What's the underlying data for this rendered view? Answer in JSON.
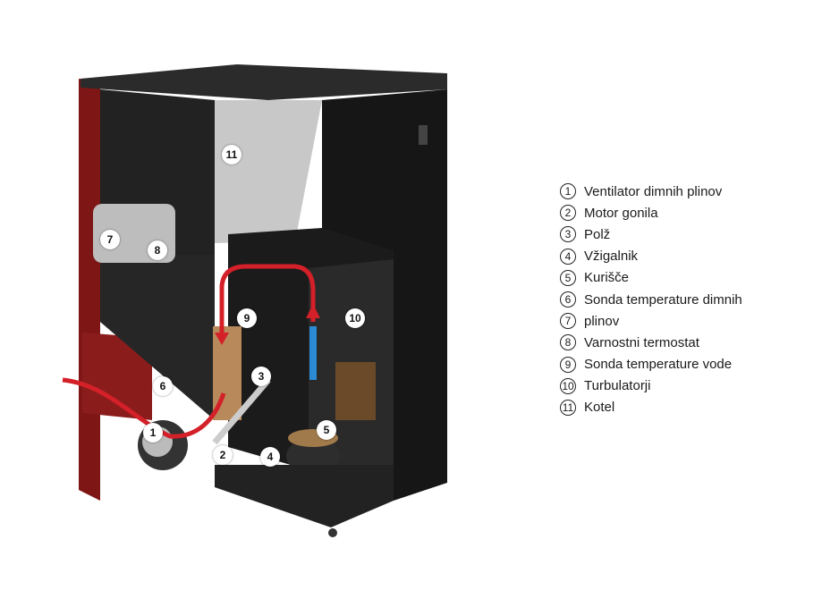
{
  "legend": [
    {
      "num": "1",
      "label": "Ventilator dimnih plinov"
    },
    {
      "num": "2",
      "label": "Motor gonila"
    },
    {
      "num": "3",
      "label": "Polž"
    },
    {
      "num": "4",
      "label": "Vžigalnik"
    },
    {
      "num": "5",
      "label": "Kurišče"
    },
    {
      "num": "6",
      "label": "Sonda temperature dimnih"
    },
    {
      "num": "7",
      "label": "plinov"
    },
    {
      "num": "8",
      "label": "Varnostni termostat"
    },
    {
      "num": "9",
      "label": "Sonda temperature vode"
    },
    {
      "num": "10",
      "label": "Turbulatorji"
    },
    {
      "num": "11",
      "label": "Kotel"
    }
  ],
  "colors": {
    "casing": "#8b1a1a",
    "body": "#1e1e1e",
    "flow": "#d42028",
    "water": "#2a8ad4"
  }
}
